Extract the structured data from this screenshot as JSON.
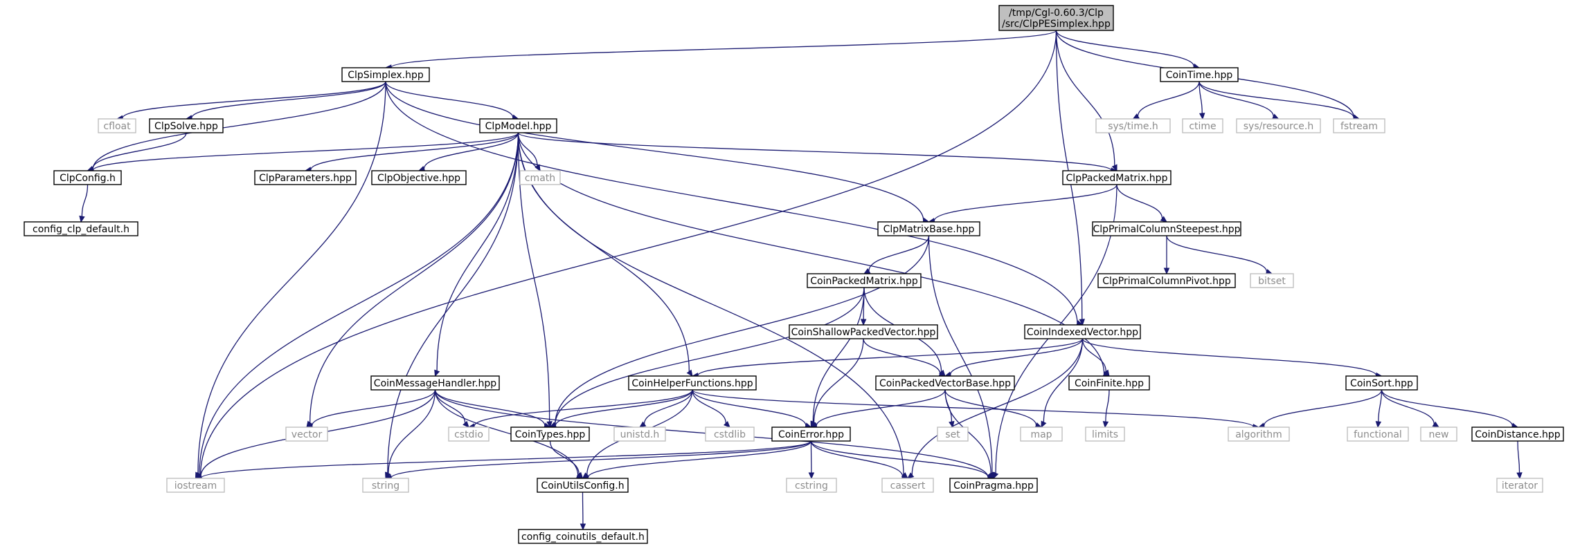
{
  "graph": {
    "colors": {
      "edge": "#191970",
      "root_fill": "#bfbfbf",
      "system_border": "#bfbfbf",
      "system_text": "#8c8c8c"
    },
    "nodes": [
      {
        "id": "root",
        "label": "/tmp/Cgl-0.60.3/Clp\n/src/ClpPESimplex.hpp",
        "kind": "root"
      },
      {
        "id": "ClpSimplex",
        "label": "ClpSimplex.hpp",
        "kind": "file"
      },
      {
        "id": "CoinTime",
        "label": "CoinTime.hpp",
        "kind": "file"
      },
      {
        "id": "cfloat",
        "label": "cfloat",
        "kind": "system"
      },
      {
        "id": "ClpSolve",
        "label": "ClpSolve.hpp",
        "kind": "file"
      },
      {
        "id": "ClpModel",
        "label": "ClpModel.hpp",
        "kind": "file"
      },
      {
        "id": "systime",
        "label": "sys/time.h",
        "kind": "system"
      },
      {
        "id": "ctime",
        "label": "ctime",
        "kind": "system"
      },
      {
        "id": "sysresource",
        "label": "sys/resource.h",
        "kind": "system"
      },
      {
        "id": "fstream",
        "label": "fstream",
        "kind": "system"
      },
      {
        "id": "ClpConfig",
        "label": "ClpConfig.h",
        "kind": "file"
      },
      {
        "id": "ClpParameters",
        "label": "ClpParameters.hpp",
        "kind": "file"
      },
      {
        "id": "ClpObjective",
        "label": "ClpObjective.hpp",
        "kind": "file"
      },
      {
        "id": "cmath",
        "label": "cmath",
        "kind": "system"
      },
      {
        "id": "ClpPackedMatrix",
        "label": "ClpPackedMatrix.hpp",
        "kind": "file"
      },
      {
        "id": "config_clp",
        "label": "config_clp_default.h",
        "kind": "file"
      },
      {
        "id": "ClpMatrixBase",
        "label": "ClpMatrixBase.hpp",
        "kind": "file"
      },
      {
        "id": "ClpPCS",
        "label": "ClpPrimalColumnSteepest.hpp",
        "kind": "file"
      },
      {
        "id": "ClpPCP",
        "label": "ClpPrimalColumnPivot.hpp",
        "kind": "file"
      },
      {
        "id": "bitset",
        "label": "bitset",
        "kind": "system"
      },
      {
        "id": "CoinPackedMatrix",
        "label": "CoinPackedMatrix.hpp",
        "kind": "file"
      },
      {
        "id": "CoinShallow",
        "label": "CoinShallowPackedVector.hpp",
        "kind": "file"
      },
      {
        "id": "CoinIndexed",
        "label": "CoinIndexedVector.hpp",
        "kind": "file"
      },
      {
        "id": "CoinMsgHandler",
        "label": "CoinMessageHandler.hpp",
        "kind": "file"
      },
      {
        "id": "CoinHelper",
        "label": "CoinHelperFunctions.hpp",
        "kind": "file"
      },
      {
        "id": "CoinPVB",
        "label": "CoinPackedVectorBase.hpp",
        "kind": "file"
      },
      {
        "id": "CoinFinite",
        "label": "CoinFinite.hpp",
        "kind": "file"
      },
      {
        "id": "CoinSort",
        "label": "CoinSort.hpp",
        "kind": "file"
      },
      {
        "id": "vector",
        "label": "vector",
        "kind": "system"
      },
      {
        "id": "cstdio",
        "label": "cstdio",
        "kind": "system"
      },
      {
        "id": "CoinTypes",
        "label": "CoinTypes.hpp",
        "kind": "file"
      },
      {
        "id": "unistd",
        "label": "unistd.h",
        "kind": "system"
      },
      {
        "id": "cstdlib",
        "label": "cstdlib",
        "kind": "system"
      },
      {
        "id": "CoinError",
        "label": "CoinError.hpp",
        "kind": "file"
      },
      {
        "id": "set",
        "label": "set",
        "kind": "system"
      },
      {
        "id": "map",
        "label": "map",
        "kind": "system"
      },
      {
        "id": "limits",
        "label": "limits",
        "kind": "system"
      },
      {
        "id": "algorithm",
        "label": "algorithm",
        "kind": "system"
      },
      {
        "id": "functional",
        "label": "functional",
        "kind": "system"
      },
      {
        "id": "new",
        "label": "new",
        "kind": "system"
      },
      {
        "id": "CoinDistance",
        "label": "CoinDistance.hpp",
        "kind": "file"
      },
      {
        "id": "iostream",
        "label": "iostream",
        "kind": "system"
      },
      {
        "id": "string",
        "label": "string",
        "kind": "system"
      },
      {
        "id": "CoinUtilsConfig",
        "label": "CoinUtilsConfig.h",
        "kind": "file"
      },
      {
        "id": "cstring",
        "label": "cstring",
        "kind": "system"
      },
      {
        "id": "cassert",
        "label": "cassert",
        "kind": "system"
      },
      {
        "id": "CoinPragma",
        "label": "CoinPragma.hpp",
        "kind": "file"
      },
      {
        "id": "iterator",
        "label": "iterator",
        "kind": "system"
      },
      {
        "id": "config_coinutils",
        "label": "config_coinutils_default.h",
        "kind": "file"
      }
    ],
    "edges": [
      [
        "root",
        "ClpSimplex"
      ],
      [
        "root",
        "CoinTime"
      ],
      [
        "root",
        "fstream"
      ],
      [
        "root",
        "iostream"
      ],
      [
        "root",
        "ClpPackedMatrix"
      ],
      [
        "root",
        "CoinIndexed"
      ],
      [
        "ClpSimplex",
        "ClpConfig"
      ],
      [
        "ClpSimplex",
        "cfloat"
      ],
      [
        "ClpSimplex",
        "ClpSolve"
      ],
      [
        "ClpSimplex",
        "ClpModel"
      ],
      [
        "ClpSimplex",
        "iostream"
      ],
      [
        "ClpSimplex",
        "ClpMatrixBase"
      ],
      [
        "ClpSimplex",
        "CoinIndexed"
      ],
      [
        "CoinTime",
        "systime"
      ],
      [
        "CoinTime",
        "ctime"
      ],
      [
        "CoinTime",
        "sysresource"
      ],
      [
        "CoinTime",
        "fstream"
      ],
      [
        "ClpSolve",
        "ClpConfig"
      ],
      [
        "ClpModel",
        "ClpConfig"
      ],
      [
        "ClpModel",
        "ClpParameters"
      ],
      [
        "ClpModel",
        "ClpObjective"
      ],
      [
        "ClpModel",
        "cmath"
      ],
      [
        "ClpModel",
        "ClpPackedMatrix"
      ],
      [
        "ClpModel",
        "iostream"
      ],
      [
        "ClpModel",
        "vector"
      ],
      [
        "ClpModel",
        "string"
      ],
      [
        "ClpModel",
        "CoinMsgHandler"
      ],
      [
        "ClpModel",
        "CoinTypes"
      ],
      [
        "ClpModel",
        "CoinHelper"
      ],
      [
        "ClpModel",
        "cassert"
      ],
      [
        "ClpModel",
        "CoinFinite"
      ],
      [
        "ClpConfig",
        "config_clp"
      ],
      [
        "ClpPackedMatrix",
        "ClpMatrixBase"
      ],
      [
        "ClpPackedMatrix",
        "ClpPCS"
      ],
      [
        "ClpPackedMatrix",
        "CoinPragma"
      ],
      [
        "ClpPCS",
        "ClpPCP"
      ],
      [
        "ClpPCS",
        "bitset"
      ],
      [
        "ClpMatrixBase",
        "CoinPackedMatrix"
      ],
      [
        "ClpMatrixBase",
        "CoinTypes"
      ],
      [
        "ClpMatrixBase",
        "CoinPragma"
      ],
      [
        "CoinPackedMatrix",
        "CoinShallow"
      ],
      [
        "CoinPackedMatrix",
        "CoinPVB"
      ],
      [
        "CoinPackedMatrix",
        "CoinTypes"
      ],
      [
        "CoinPackedMatrix",
        "CoinError"
      ],
      [
        "CoinShallow",
        "CoinPVB"
      ],
      [
        "CoinShallow",
        "CoinError"
      ],
      [
        "CoinIndexed",
        "CoinHelper"
      ],
      [
        "CoinIndexed",
        "CoinPVB"
      ],
      [
        "CoinIndexed",
        "CoinFinite"
      ],
      [
        "CoinIndexed",
        "CoinSort"
      ],
      [
        "CoinIndexed",
        "map"
      ],
      [
        "CoinIndexed",
        "cassert"
      ],
      [
        "CoinMsgHandler",
        "vector"
      ],
      [
        "CoinMsgHandler",
        "cstdio"
      ],
      [
        "CoinMsgHandler",
        "CoinTypes"
      ],
      [
        "CoinMsgHandler",
        "iostream"
      ],
      [
        "CoinMsgHandler",
        "string"
      ],
      [
        "CoinMsgHandler",
        "CoinUtilsConfig"
      ],
      [
        "CoinMsgHandler",
        "CoinPragma"
      ],
      [
        "CoinHelper",
        "cstdio"
      ],
      [
        "CoinHelper",
        "CoinTypes"
      ],
      [
        "CoinHelper",
        "unistd"
      ],
      [
        "CoinHelper",
        "cstdlib"
      ],
      [
        "CoinHelper",
        "CoinError"
      ],
      [
        "CoinHelper",
        "algorithm"
      ],
      [
        "CoinHelper",
        "CoinUtilsConfig"
      ],
      [
        "CoinPVB",
        "CoinError"
      ],
      [
        "CoinPVB",
        "set"
      ],
      [
        "CoinPVB",
        "map"
      ],
      [
        "CoinPVB",
        "CoinPragma"
      ],
      [
        "CoinFinite",
        "limits"
      ],
      [
        "CoinSort",
        "algorithm"
      ],
      [
        "CoinSort",
        "functional"
      ],
      [
        "CoinSort",
        "new"
      ],
      [
        "CoinSort",
        "CoinDistance"
      ],
      [
        "CoinTypes",
        "CoinUtilsConfig"
      ],
      [
        "CoinError",
        "iostream"
      ],
      [
        "CoinError",
        "string"
      ],
      [
        "CoinError",
        "CoinUtilsConfig"
      ],
      [
        "CoinError",
        "cstring"
      ],
      [
        "CoinError",
        "cassert"
      ],
      [
        "CoinError",
        "CoinPragma"
      ],
      [
        "CoinDistance",
        "iterator"
      ],
      [
        "CoinUtilsConfig",
        "config_coinutils"
      ]
    ]
  }
}
